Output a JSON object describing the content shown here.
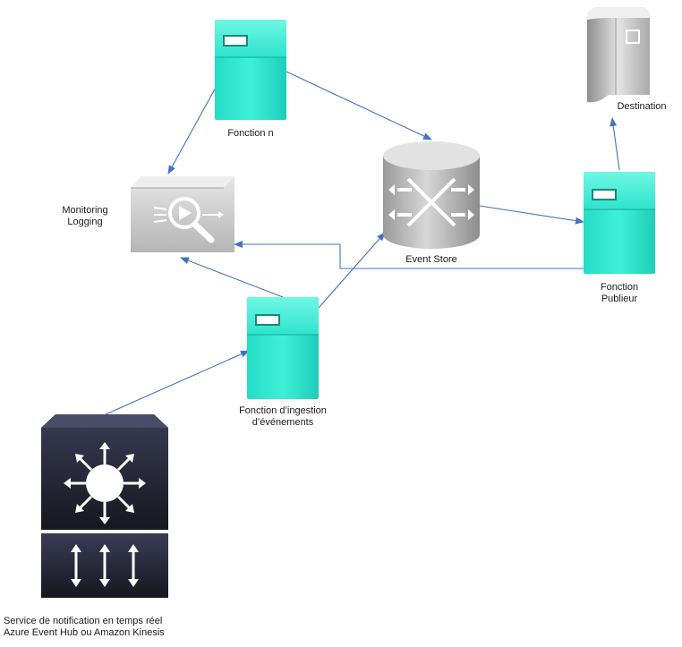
{
  "nodes": {
    "fonction_n": {
      "label": "Fonction n"
    },
    "monitoring": {
      "line1": "Monitoring",
      "line2": "Logging"
    },
    "event_store": {
      "label": "Event Store"
    },
    "fonction_publieur": {
      "line1": "Fonction",
      "line2": "Publieur"
    },
    "destination": {
      "label": "Destination"
    },
    "fonction_ingestion": {
      "line1": "Fonction  d’ingestion",
      "line2": "d’événements"
    },
    "service_notification": {
      "line1": "Service de notification en temps réel",
      "line2": "Azure Event Hub ou Amazon Kinesis"
    }
  },
  "colors": {
    "server_teal": "#2ee6cf",
    "server_teal_dark": "#1bc4b0",
    "arrow_blue": "#4472c4",
    "gray_device": "#c8c8c8",
    "navy_device": "#1f2030"
  },
  "icons": [
    "function-server-icon",
    "monitoring-device-icon",
    "event-store-cylinder-icon",
    "destination-server-icon",
    "notification-service-icon"
  ]
}
